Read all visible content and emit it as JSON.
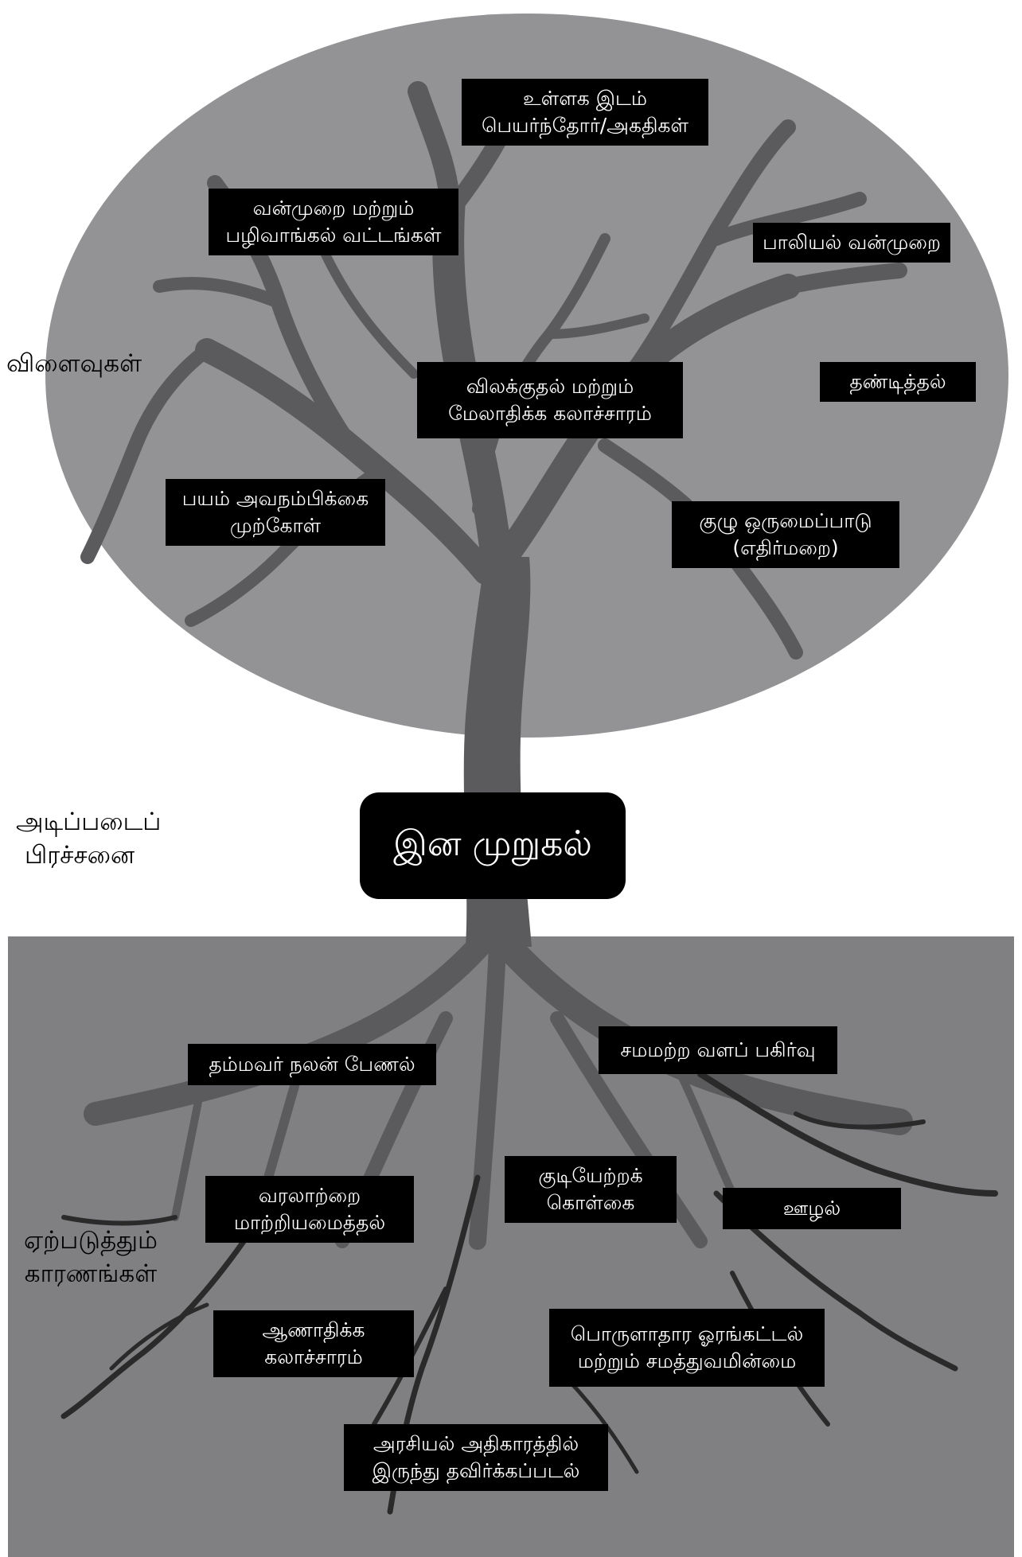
{
  "section_labels": {
    "effects": "விளைவுகள்",
    "core": [
      "அடிப்படைப்",
      "பிரச்சனை"
    ],
    "causes": [
      "ஏற்படுத்தும்",
      "காரணங்கள்"
    ]
  },
  "core_problem": "இன முறுகல்",
  "effects": [
    {
      "lines": [
        "உள்ளக இடம்",
        "பெயர்ந்தோர்/அகதிகள்"
      ]
    },
    {
      "lines": [
        "வன்முறை மற்றும்",
        "பழிவாங்கல் வட்டங்கள்"
      ]
    },
    {
      "lines": [
        "பாலியல் வன்முறை"
      ]
    },
    {
      "lines": [
        "தண்டித்தல்"
      ]
    },
    {
      "lines": [
        "விலக்குதல் மற்றும்",
        "மேலாதிக்க கலாச்சாரம்"
      ]
    },
    {
      "lines": [
        "பயம் அவநம்பிக்கை",
        "முற்கோள்"
      ]
    },
    {
      "lines": [
        "குழு ஒருமைப்பாடு",
        "(எதிர்மறை)"
      ]
    }
  ],
  "causes": [
    {
      "lines": [
        "தம்மவர் நலன் பேணல்"
      ]
    },
    {
      "lines": [
        "சமமற்ற வளப் பகிர்வு"
      ]
    },
    {
      "lines": [
        "குடியேற்றக்",
        "கொள்கை"
      ]
    },
    {
      "lines": [
        "வரலாற்றை",
        "மாற்றியமைத்தல்"
      ]
    },
    {
      "lines": [
        "ஊழல்"
      ]
    },
    {
      "lines": [
        "ஆணாதிக்க",
        "கலாச்சாரம்"
      ]
    },
    {
      "lines": [
        "பொருளாதார ஓரங்கட்டல்",
        "மற்றும் சமத்துவமின்மை"
      ]
    },
    {
      "lines": [
        "அரசியல் அதிகாரத்தில்",
        "இருந்து தவிர்க்கப்படல்"
      ]
    }
  ],
  "colors": {
    "canopy": "#939395",
    "ground": "#808083",
    "tree": "#5b5b5d",
    "dark_root": "#2a2a2a",
    "label_bg": "#000000",
    "label_text": "#ffffff"
  }
}
